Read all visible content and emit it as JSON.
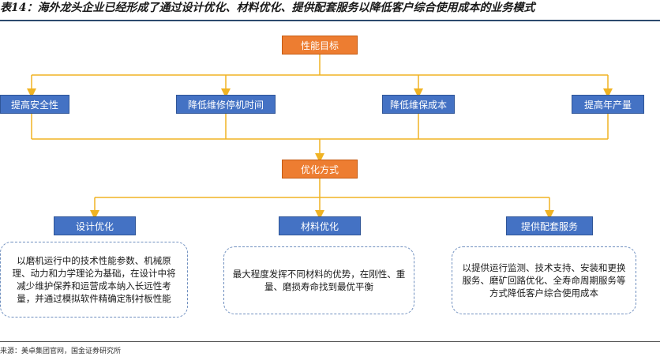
{
  "title": "表14：海外龙头企业已经形成了通过设计优化、材料优化、提供配套服务以降低客户综合使用成本的业务模式",
  "goal": "性能目标",
  "targets": [
    "提高安全性",
    "降低维修停机时间",
    "降低维保成本",
    "提高年产量"
  ],
  "method": "优化方式",
  "methods": [
    "设计优化",
    "材料优化",
    "提供配套服务"
  ],
  "descriptions": [
    "以磨机运行中的技术性能参数、机械原理、动力和力学理论为基础，在设计中将减少维护保养和运营成本纳入长远性考量，并通过模拟软件精确定制衬板性能",
    "最大程度发挥不同材料的优势，在刚性、重量、磨损寿命找到最优平衡",
    "以提供运行监测、技术支持、安装和更换服务、磨矿回路优化、全寿命周期服务等方式降低客户综合使用成本"
  ],
  "source": "来源：美卓集团官网，国金证券研究所",
  "colors": {
    "orange": "#ed7d31",
    "blue": "#4472c4",
    "arrow": "#f0b323"
  }
}
